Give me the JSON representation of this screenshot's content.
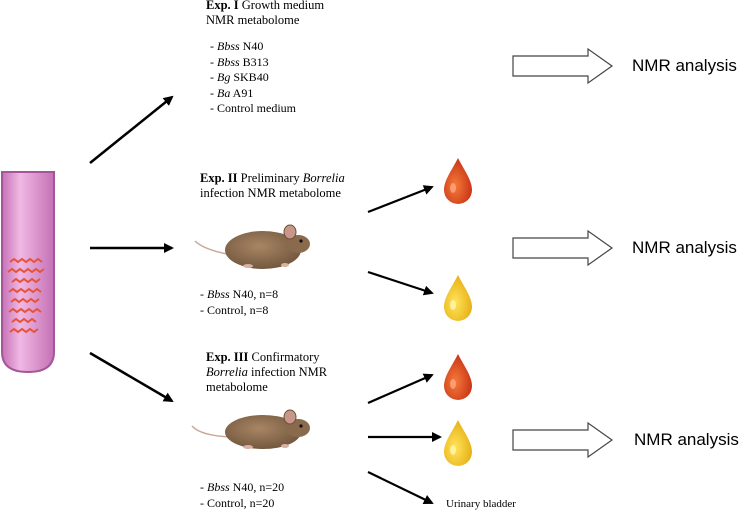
{
  "exp1": {
    "label": "Exp. I",
    "title_rest": "Growth medium",
    "subtitle": "NMR metabolome",
    "items": [
      {
        "dash": "- ",
        "italic": "Bbss",
        "rest": " N40"
      },
      {
        "dash": "- ",
        "italic": "Bbss",
        "rest": " B313"
      },
      {
        "dash": "- ",
        "italic": "Bg",
        "rest": " SKB40"
      },
      {
        "dash": "- ",
        "italic": "Ba",
        "rest": " A91"
      },
      {
        "dash": "- ",
        "italic": "",
        "rest": "Control medium"
      }
    ]
  },
  "exp2": {
    "label": "Exp. II",
    "title_rest_1": "Preliminary",
    "title_italic": "Borrelia",
    "line2": "infection  NMR metabolome",
    "items": [
      {
        "dash": "- ",
        "italic": "Bbss",
        "rest": " N40, n=8"
      },
      {
        "dash": "- ",
        "italic": "",
        "rest": "Control,  n=8"
      }
    ]
  },
  "exp3": {
    "label": "Exp. III",
    "title_rest_1": "Confirmatory",
    "line2_italic": "Borrelia",
    "line2_rest": " infection NMR",
    "line3": "metabolome",
    "items": [
      {
        "dash": "- ",
        "italic": "Bbss",
        "rest": " N40, n=20"
      },
      {
        "dash": "- ",
        "italic": "",
        "rest": "Control,  n=20"
      }
    ]
  },
  "nmr_labels": [
    "NMR analysis",
    "NMR analysis",
    "NMR analysis"
  ],
  "urinary_label": "Urinary  bladder",
  "colors": {
    "tube": "#d98fc8",
    "tube_edge": "#a4569a",
    "bacteria": "#e5533b",
    "blood": "#d2381a",
    "urine": "#f1c21a",
    "mouse": "#8c6d4f"
  },
  "icons": [
    "test-tube-icon",
    "mouse-icon",
    "blood-drop-icon",
    "urine-drop-icon",
    "hollow-arrow-icon"
  ]
}
